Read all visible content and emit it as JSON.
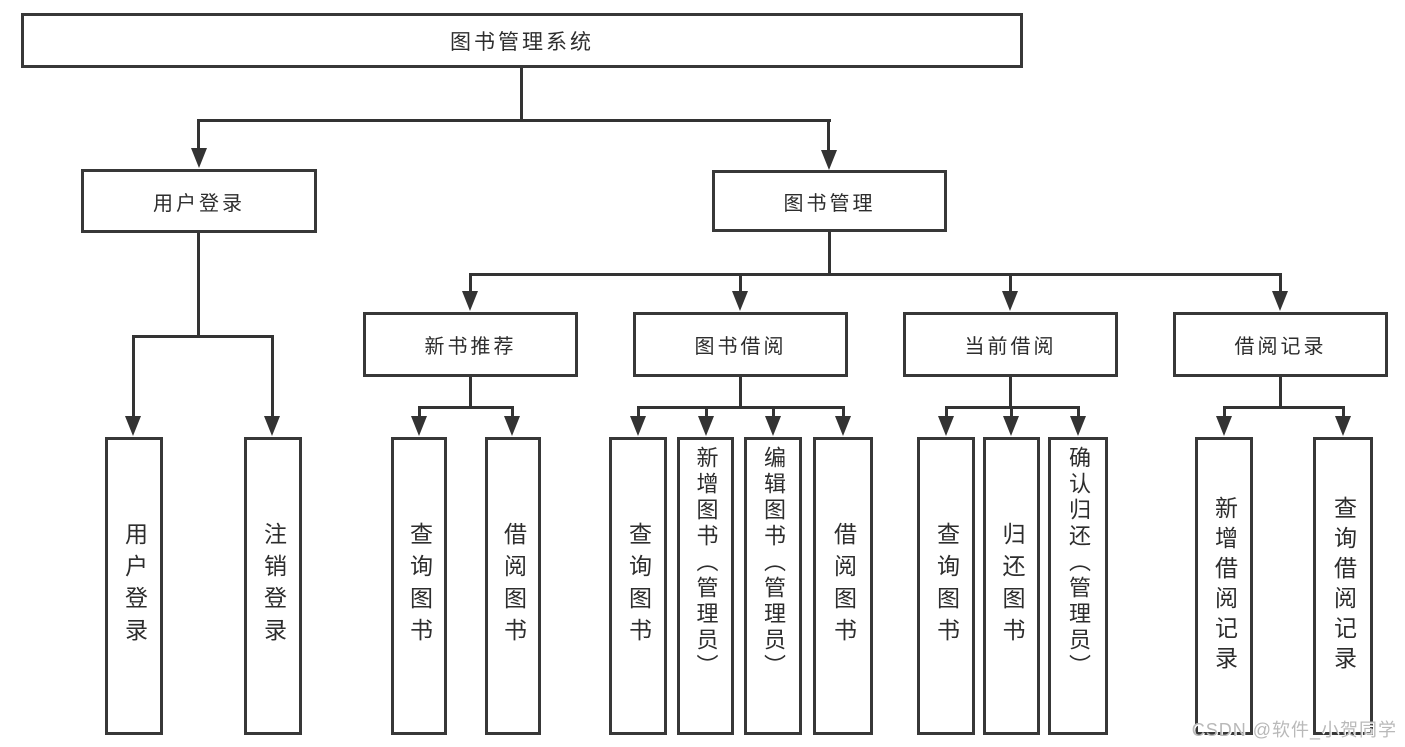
{
  "tree": {
    "root": {
      "label": "图书管理系统"
    },
    "branches": [
      {
        "label": "用户登录",
        "leaves": [
          "用户登录",
          "注销登录"
        ]
      },
      {
        "label": "图书管理",
        "groups": [
          {
            "label": "新书推荐",
            "leaves": [
              "查询图书",
              "借阅图书"
            ]
          },
          {
            "label": "图书借阅",
            "leaves": [
              "查询图书",
              "新增图书（管理员）",
              "编辑图书（管理员）",
              "借阅图书"
            ]
          },
          {
            "label": "当前借阅",
            "leaves": [
              "查询图书",
              "归还图书",
              "确认归还（管理员）"
            ]
          },
          {
            "label": "借阅记录",
            "leaves": [
              "新增借阅记录",
              "查询借阅记录"
            ]
          }
        ]
      }
    ]
  },
  "watermark": "CSDN @软件_小贺同学",
  "colors": {
    "line": "#333333",
    "box_border": "#383838",
    "text": "#2d2d2d",
    "watermark": "#b9b9b9",
    "background": "#ffffff"
  }
}
